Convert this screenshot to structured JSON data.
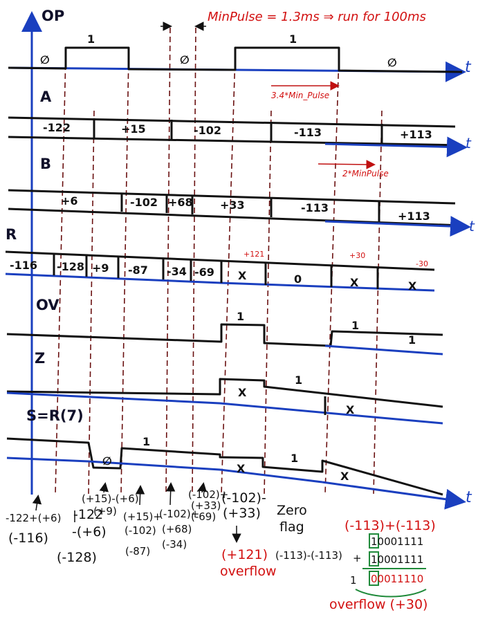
{
  "header": {
    "min_pulse_note": "MinPulse = 1.3ms ⇒ run for 100ms",
    "time_axis_label": "t"
  },
  "signals": [
    {
      "id": "op",
      "label": "OP",
      "levels": [
        "∅",
        "1",
        "∅",
        "1",
        "∅"
      ]
    },
    {
      "id": "a",
      "label": "A",
      "values": [
        "-122",
        "+15",
        "-102",
        "-113",
        "+113"
      ],
      "note": "3.4*Min_Pulse"
    },
    {
      "id": "b",
      "label": "B",
      "values": [
        "+6",
        "-102",
        "+68",
        "+33",
        "-113",
        "+113"
      ],
      "note": "2*MinPulse"
    },
    {
      "id": "r",
      "label": "R",
      "values": [
        "-116",
        "-128",
        "+9",
        "-87",
        "-34",
        "-69",
        "X",
        "0",
        "X",
        "X"
      ],
      "red_notes": [
        "+121",
        "+30",
        "-30"
      ]
    },
    {
      "id": "ov",
      "label": "OV",
      "levels": [
        "1",
        "1",
        "1"
      ]
    },
    {
      "id": "z",
      "label": "Z",
      "levels": [
        "X",
        "1",
        "X"
      ]
    },
    {
      "id": "s",
      "label": "S=R(7)",
      "levels": [
        "1",
        "∅",
        "1",
        "X",
        "X"
      ]
    }
  ],
  "annotations": {
    "c1": {
      "expr": "-122+(+6)",
      "result": "(-116)"
    },
    "c2": {
      "line1": "-122",
      "line2": "-(+6)",
      "result": "(-128)"
    },
    "c3": {
      "line1": "(+15)-(+6)",
      "result": "(+9)"
    },
    "c4": {
      "line1": "(+15)+",
      "line2": "(-102)",
      "result": "(-87)"
    },
    "c5": {
      "line1": "(-102)+",
      "line2": "(+68)",
      "result": "(-34)"
    },
    "c6": {
      "line1": "(-102)+",
      "line2": "(+33)",
      "result": "(-69)"
    },
    "c7": {
      "line1": "(-102)-",
      "line2": "(+33)",
      "result": "(+121)",
      "note": "overflow"
    },
    "c8": {
      "line1": "Zero",
      "line2": "flag",
      "expr": "(-113)-(-113)"
    },
    "c9": {
      "expr": "(-113)+(-113)",
      "bin1": "10001111",
      "plus": "+",
      "bin2": "10001111",
      "carry": "1",
      "bin3": "00011110",
      "result": "overflow (+30)"
    }
  }
}
